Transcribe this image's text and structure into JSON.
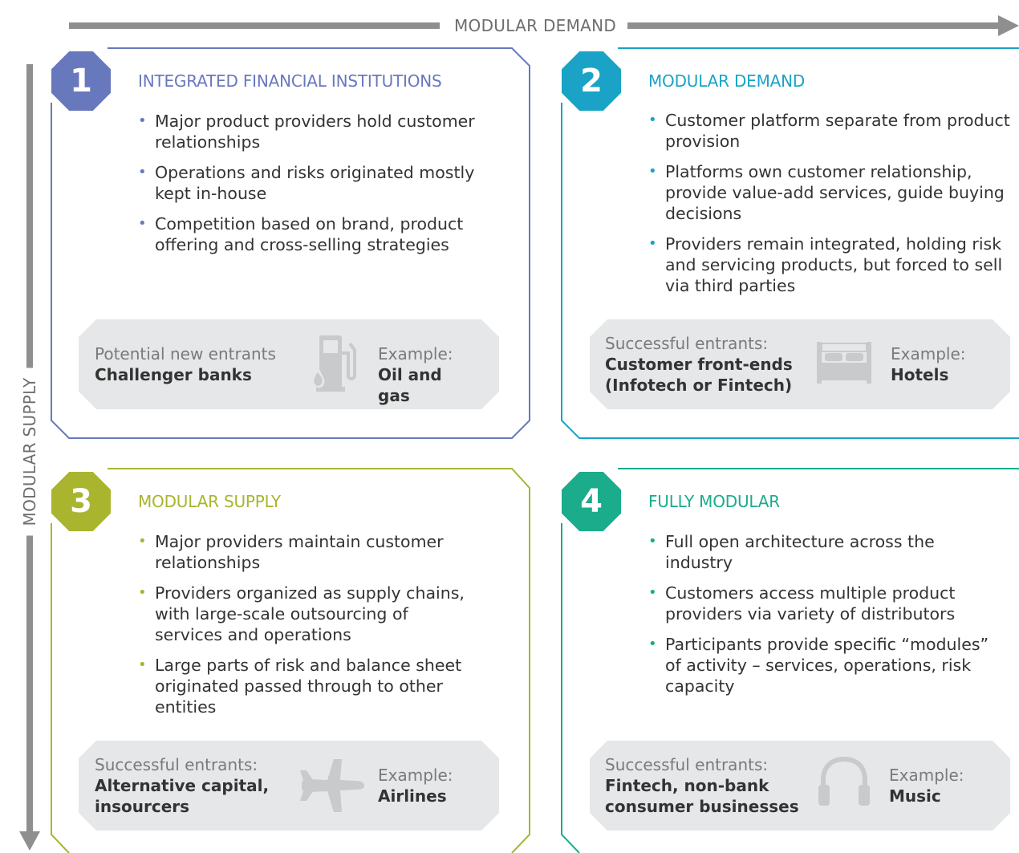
{
  "axes": {
    "top": "MODULAR DEMAND",
    "side": "MODULAR SUPPLY"
  },
  "colors": {
    "q1": "#6878bd",
    "q2": "#1aa3c6",
    "q3": "#a9b52f",
    "q4": "#1bac8c",
    "arrow": "#8f8f8f",
    "box": "#e6e7e8",
    "icon": "#c9cacc"
  },
  "quadrants": [
    {
      "number": "1",
      "title": "INTEGRATED FINANCIAL INSTITUTIONS",
      "bullets": [
        "Major product providers hold customer relationships",
        "Operations and risks originated mostly kept in-house",
        "Competition based on brand, product offering and cross-selling strategies"
      ],
      "entrants_lead": "Potential new entrants",
      "entrants": "Challenger banks",
      "icon": "fuel-pump-icon",
      "example_lead": "Example:",
      "example": "Oil and gas"
    },
    {
      "number": "2",
      "title": "MODULAR DEMAND",
      "bullets": [
        "Customer platform separate from product provision",
        "Platforms own customer relationship, provide value-add services, guide buying decisions",
        "Providers remain integrated, holding risk and servicing products, but forced to sell via third parties"
      ],
      "entrants_lead": "Successful entrants:",
      "entrants": "Customer front-ends\n(Infotech or Fintech)",
      "icon": "bed-icon",
      "example_lead": "Example:",
      "example": "Hotels"
    },
    {
      "number": "3",
      "title": "MODULAR SUPPLY",
      "bullets": [
        "Major providers maintain customer relationships",
        "Providers organized as supply chains, with large-scale outsourcing of services and operations",
        "Large parts of risk and balance sheet originated passed through to other entities"
      ],
      "entrants_lead": "Successful entrants:",
      "entrants": "Alternative capital,\ninsourcers",
      "icon": "airplane-icon",
      "example_lead": "Example:",
      "example": "Airlines"
    },
    {
      "number": "4",
      "title": "FULLY MODULAR",
      "bullets": [
        "Full open architecture across the industry",
        "Customers access multiple product providers via variety of distributors",
        "Participants provide specific “modules” of activity – services, operations, risk capacity"
      ],
      "entrants_lead": "Successful entrants:",
      "entrants": "Fintech, non-bank\nconsumer businesses",
      "icon": "headphones-icon",
      "example_lead": "Example:",
      "example": "Music"
    }
  ]
}
